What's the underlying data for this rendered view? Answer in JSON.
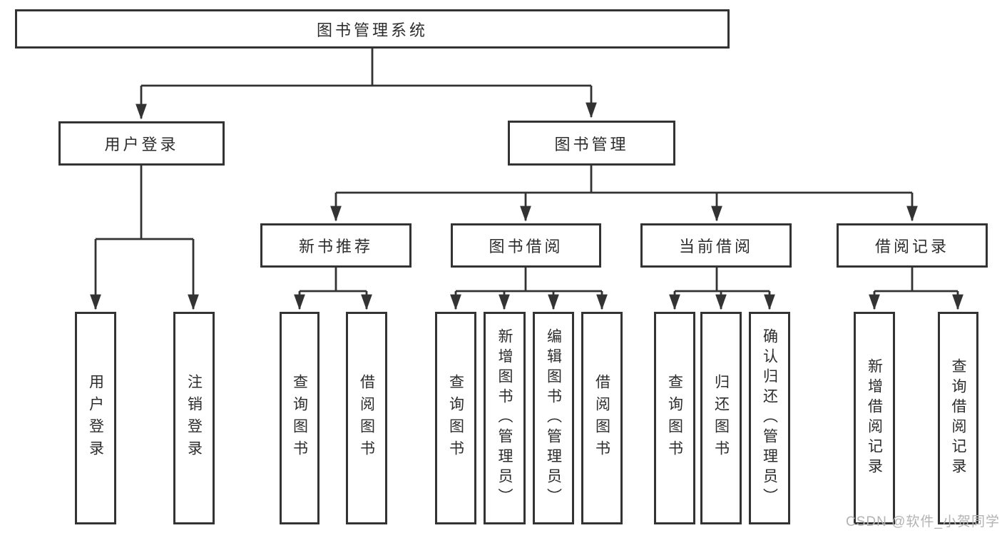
{
  "tree": {
    "root": {
      "label": "图书管理系统"
    },
    "branches": [
      {
        "label": "用户登录",
        "children": [
          "用户登录",
          "注销登录"
        ]
      },
      {
        "label": "图书管理",
        "sections": [
          {
            "label": "新书推荐",
            "children": [
              "查询图书",
              "借阅图书"
            ]
          },
          {
            "label": "图书借阅",
            "children": [
              "查询图书",
              "新增图书（管理员）",
              "编辑图书（管理员）",
              "借阅图书"
            ]
          },
          {
            "label": "当前借阅",
            "children": [
              "查询图书",
              "归还图书",
              "确认归还（管理员）"
            ]
          },
          {
            "label": "借阅记录",
            "children": [
              "新增借阅记录",
              "查询借阅记录"
            ]
          }
        ]
      }
    ]
  },
  "watermark": {
    "text": "CSDN @软件_小贺同学"
  },
  "colors": {
    "line": "#333333",
    "box_border": "#333333",
    "box_background": "#ffffff",
    "text": "#2d2d2d",
    "watermark_text": "#b3b3b3"
  }
}
